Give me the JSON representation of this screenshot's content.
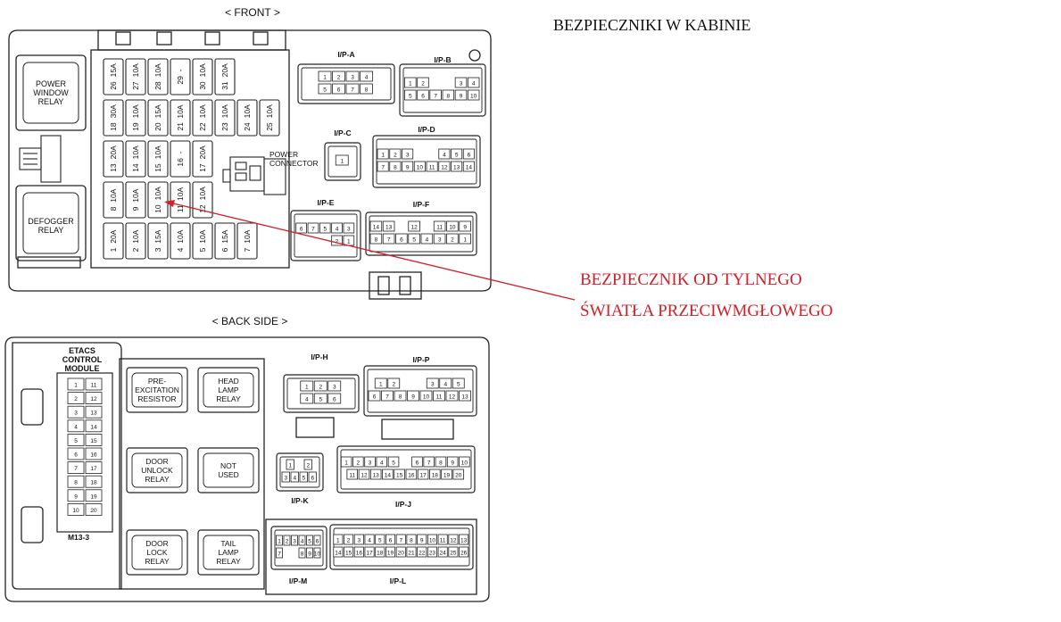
{
  "title": "BEZPIECZNIKI W KABINIE",
  "annotation": {
    "line1": "BEZPIECZNIK OD TYLNEGO",
    "line2": "ŚWIATŁA PRZECIWMGŁOWEGO",
    "color": "#d0202a"
  },
  "front": {
    "label": "< FRONT >",
    "relays": [
      {
        "id": "power-window",
        "lines": [
          "POWER",
          "WINDOW",
          "RELAY"
        ]
      },
      {
        "id": "defogger",
        "lines": [
          "DEFOGGER",
          "RELAY"
        ]
      }
    ],
    "fuse_rows": [
      [
        [
          "26",
          "15A"
        ],
        [
          "27",
          "10A"
        ],
        [
          "28",
          "10A"
        ],
        [
          "29",
          "-"
        ],
        [
          "30",
          "10A"
        ],
        [
          "31",
          "20A"
        ]
      ],
      [
        [
          "18",
          "30A"
        ],
        [
          "19",
          "10A"
        ],
        [
          "20",
          "15A"
        ],
        [
          "21",
          "10A"
        ],
        [
          "22",
          "10A"
        ],
        [
          "23",
          "10A"
        ],
        [
          "24",
          "10A"
        ],
        [
          "25",
          "10A"
        ]
      ],
      [
        [
          "13",
          "20A"
        ],
        [
          "14",
          "10A"
        ],
        [
          "15",
          "10A"
        ],
        [
          "16",
          "-"
        ],
        [
          "17",
          "20A"
        ]
      ],
      [
        [
          "8",
          "10A"
        ],
        [
          "9",
          "10A"
        ],
        [
          "10",
          "10A"
        ],
        [
          "11",
          "10A"
        ],
        [
          "12",
          "10A"
        ]
      ],
      [
        [
          "1",
          "20A"
        ],
        [
          "2",
          "10A"
        ],
        [
          "3",
          "15A"
        ],
        [
          "4",
          "10A"
        ],
        [
          "5",
          "10A"
        ],
        [
          "6",
          "15A"
        ],
        [
          "7",
          "10A"
        ]
      ]
    ],
    "power_connector": [
      "POWER",
      "CONNECTOR"
    ],
    "connectors": {
      "ipa": {
        "label": "I/P-A",
        "pins": [
          [
            "1",
            "2",
            "3",
            "4"
          ],
          [
            "5",
            "6",
            "7",
            "8"
          ]
        ]
      },
      "ipb": {
        "label": "I/P-B",
        "pins": [
          [
            "1",
            "2",
            "",
            "",
            "3",
            "4"
          ],
          [
            "5",
            "6",
            "7",
            "8",
            "9",
            "10"
          ]
        ]
      },
      "ipc": {
        "label": "I/P-C",
        "pins": [
          [
            "1"
          ]
        ]
      },
      "ipd": {
        "label": "I/P-D",
        "pins": [
          [
            "1",
            "2",
            "3",
            "",
            "",
            "4",
            "5",
            "6"
          ],
          [
            "7",
            "8",
            "9",
            "10",
            "11",
            "12",
            "13",
            "14"
          ]
        ]
      },
      "ipe": {
        "label": "I/P-E",
        "pins": [
          [
            "6",
            "7",
            "5",
            "4",
            "3"
          ],
          [
            "",
            "",
            "",
            "2",
            "1"
          ]
        ]
      },
      "ipf": {
        "label": "I/P-F",
        "pins": [
          [
            "14",
            "13",
            "",
            "12",
            "",
            "11",
            "10",
            "9"
          ],
          [
            "8",
            "7",
            "6",
            "5",
            "4",
            "3",
            "2",
            "1"
          ]
        ]
      }
    }
  },
  "back": {
    "label": "< BACK SIDE >",
    "etacs": [
      "ETACS",
      "CONTROL",
      "MODULE"
    ],
    "m13_label": "M13-3",
    "m13_pins": [
      [
        "1",
        "11"
      ],
      [
        "2",
        "12"
      ],
      [
        "3",
        "13"
      ],
      [
        "4",
        "14"
      ],
      [
        "5",
        "15"
      ],
      [
        "6",
        "16"
      ],
      [
        "7",
        "17"
      ],
      [
        "8",
        "18"
      ],
      [
        "9",
        "19"
      ],
      [
        "10",
        "20"
      ]
    ],
    "relays": [
      {
        "id": "pre-excitation",
        "lines": [
          "PRE-",
          "EXCITATION",
          "RESISTOR"
        ]
      },
      {
        "id": "head-lamp",
        "lines": [
          "HEAD",
          "LAMP",
          "RELAY"
        ]
      },
      {
        "id": "door-unlock",
        "lines": [
          "DOOR",
          "UNLOCK",
          "RELAY"
        ]
      },
      {
        "id": "not-used",
        "lines": [
          "NOT",
          "USED"
        ]
      },
      {
        "id": "door-lock",
        "lines": [
          "DOOR",
          "LOCK",
          "RELAY"
        ]
      },
      {
        "id": "tail-lamp",
        "lines": [
          "TAIL",
          "LAMP",
          "RELAY"
        ]
      }
    ],
    "connectors": {
      "iph": {
        "label": "I/P-H",
        "pins": [
          [
            "1",
            "2",
            "3"
          ],
          [
            "4",
            "5",
            "6"
          ]
        ]
      },
      "ipp": {
        "label": "I/P-P",
        "pins": [
          [
            "1",
            "2",
            "",
            "",
            "3",
            "4",
            "5"
          ],
          [
            "6",
            "7",
            "8",
            "9",
            "10",
            "11",
            "12",
            "13"
          ]
        ]
      },
      "ipk": {
        "label": "I/P-K",
        "pins": [
          [
            "1",
            "",
            "2"
          ],
          [
            "3",
            "4",
            "5",
            "6"
          ]
        ]
      },
      "ipj": {
        "label": "I/P-J",
        "pins": [
          [
            "1",
            "2",
            "3",
            "4",
            "5",
            "",
            "6",
            "7",
            "8",
            "9",
            "10"
          ],
          [
            "11",
            "12",
            "13",
            "14",
            "15",
            "16",
            "17",
            "18",
            "19",
            "20"
          ]
        ]
      },
      "ipm": {
        "label": "I/P-M",
        "pins": [
          [
            "1",
            "2",
            "3",
            "4",
            "5",
            "6"
          ],
          [
            "7",
            "",
            "",
            "8",
            "9",
            "10"
          ]
        ]
      },
      "ipl": {
        "label": "I/P-L",
        "pins": [
          [
            "1",
            "2",
            "3",
            "4",
            "5",
            "6",
            "7",
            "8",
            "9",
            "10",
            "11",
            "12",
            "13"
          ],
          [
            "14",
            "15",
            "16",
            "17",
            "18",
            "19",
            "20",
            "21",
            "22",
            "23",
            "24",
            "25",
            "26"
          ]
        ]
      }
    }
  }
}
